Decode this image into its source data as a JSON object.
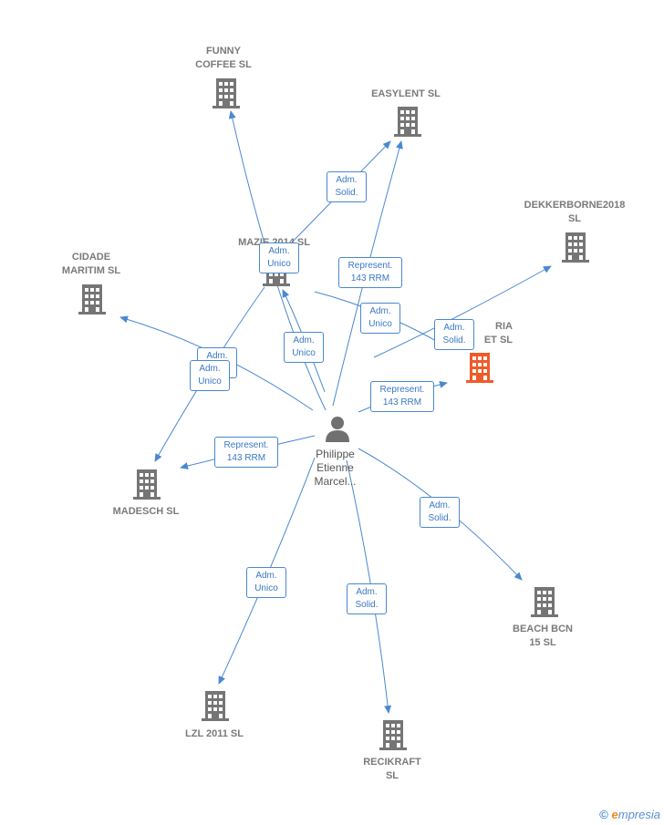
{
  "colors": {
    "edge": "#4a88d0",
    "building": "#757575",
    "highlight": "#f05a28",
    "person": "#707070"
  },
  "center": {
    "label": "Philippe\nEtienne\nMarcel...",
    "icon": "person-icon"
  },
  "nodes": [
    {
      "id": "funny",
      "label": "FUNNY\nCOFFEE SL",
      "highlight": false
    },
    {
      "id": "easylent",
      "label": "EASYLENT  SL",
      "highlight": false
    },
    {
      "id": "dekker",
      "label": "DEKKERBORNE2018\nSL",
      "highlight": false
    },
    {
      "id": "mazie",
      "label": "MAZIE 2014  SL",
      "highlight": false
    },
    {
      "id": "cidade",
      "label": "CIDADE\nMARITIM SL",
      "highlight": false
    },
    {
      "id": "highlight",
      "label": "RIA\nET  SL",
      "highlight": true
    },
    {
      "id": "madesch",
      "label": "MADESCH  SL",
      "highlight": false
    },
    {
      "id": "beach",
      "label": "BEACH BCN\n15 SL",
      "highlight": false
    },
    {
      "id": "lzl",
      "label": "LZL 2011 SL",
      "highlight": false
    },
    {
      "id": "recikraft",
      "label": "RECIKRAFT\nSL",
      "highlight": false
    }
  ],
  "badges": [
    {
      "text": "Adm.\nSolid."
    },
    {
      "text": "Adm.\nUnico"
    },
    {
      "text": "Represent.\n143 RRM"
    },
    {
      "text": "Adm.\nUnico"
    },
    {
      "text": "Adm.\nSolid."
    },
    {
      "text": "Adm.\nUnico"
    },
    {
      "text": "Adm."
    },
    {
      "text": "Adm.\nUnico"
    },
    {
      "text": "Represent.\n143 RRM"
    },
    {
      "text": "Represent.\n143 RRM"
    },
    {
      "text": "Adm.\nSolid."
    },
    {
      "text": "Adm.\nUnico"
    },
    {
      "text": "Adm.\nSolid."
    }
  ],
  "footer": {
    "copyright": "©",
    "brand_e": "e",
    "brand_rest": "mpresia"
  }
}
